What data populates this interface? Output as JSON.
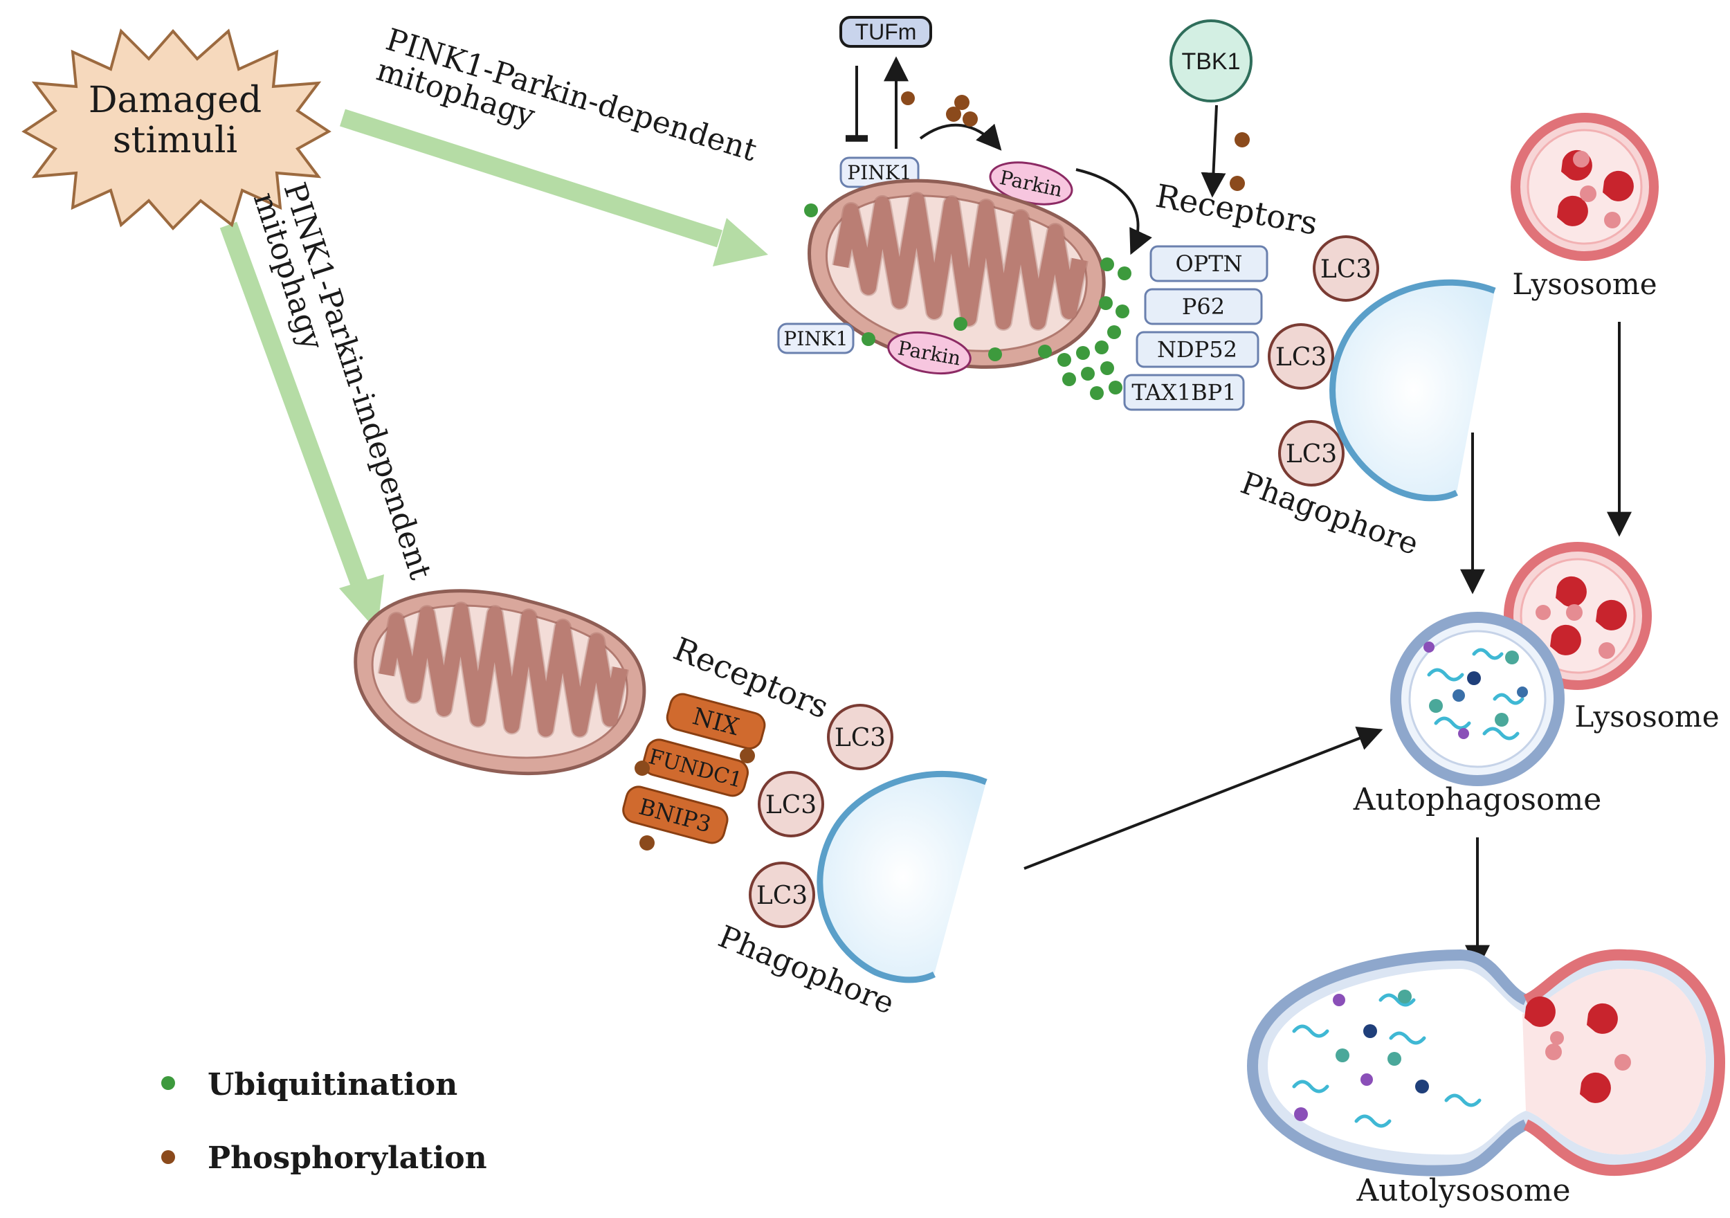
{
  "stimulus": {
    "line1": "Damaged",
    "line2": "stimuli"
  },
  "dependent_path": {
    "line1": "PINK1-Parkin-dependent",
    "line2": "mitophagy"
  },
  "independent_path": {
    "line1": "PINK1-Parkin-independent",
    "line2": "mitophagy"
  },
  "top": {
    "tufm": "TUFm",
    "tbk1": "TBK1",
    "pink1_top": "PINK1",
    "pink1_bottom": "PINK1",
    "parkin_top": "Parkin",
    "parkin_bottom": "Parkin",
    "receptors_title": "Receptors",
    "receptors": [
      "OPTN",
      "P62",
      "NDP52",
      "TAX1BP1"
    ],
    "lc3": [
      "LC3",
      "LC3",
      "LC3"
    ],
    "phagophore": "Phagophore",
    "lysosome": "Lysosome"
  },
  "bottom": {
    "receptors_title": "Receptors",
    "receptors": [
      "NIX",
      "FUNDC1",
      "BNIP3"
    ],
    "lc3": [
      "LC3",
      "LC3",
      "LC3"
    ],
    "phagophore": "Phagophore"
  },
  "right": {
    "autophagosome": "Autophagosome",
    "lysosome": "Lysosome",
    "autolysosome": "Autolysosome"
  },
  "legend": {
    "ubiquitination": "Ubiquitination",
    "phosphorylation": "Phosphorylation"
  },
  "colors": {
    "green_arrow": "#b5dca5",
    "mito_fill": "#d9a79c",
    "mito_inner": "#f3ddd8",
    "mito_stroke": "#8f5e55",
    "ubiquitin": "#3d9a3d",
    "phospho": "#8b4a1c",
    "phagophore": "#5a9fc9",
    "lysosome": "#e07278",
    "receptor_box": "#e6eef9",
    "nix_orange": "#d06a2e"
  }
}
